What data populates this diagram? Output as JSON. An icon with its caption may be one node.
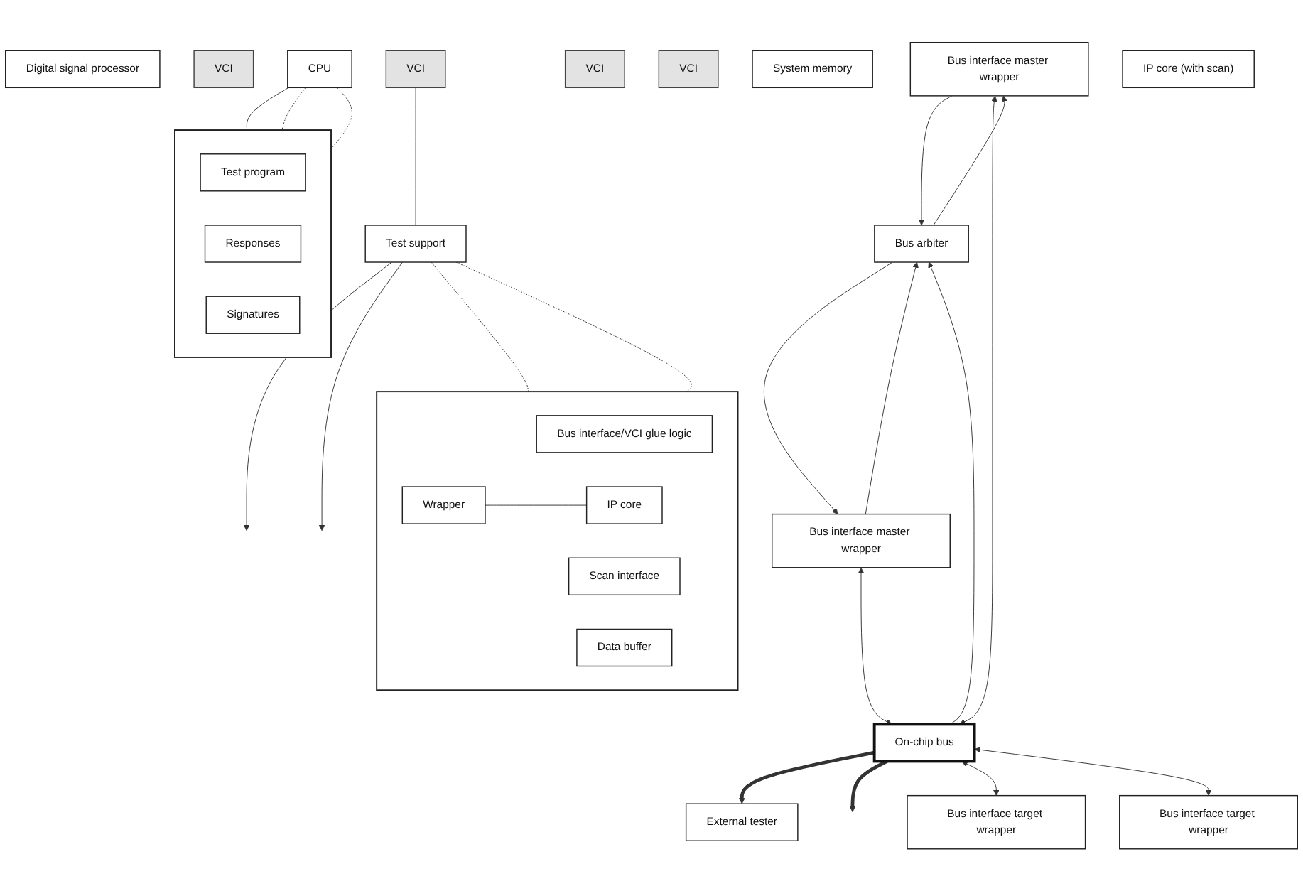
{
  "diagram": {
    "nodes": [
      {
        "text": [
          "Digital signal processor"
        ]
      },
      {
        "text": [
          "VCI"
        ]
      },
      {
        "text": [
          "Bus interface master wrapper"
        ]
      },
      {
        "text": [
          "Bus arbiter"
        ]
      },
      {
        "text": [
          "CPU"
        ]
      },
      {
        "text": [
          "VCI"
        ]
      },
      {
        "text": [
          "Bus interface master wrapper"
        ]
      },
      {
        "text": [],
        "shape": "box"
      },
      {
        "text": [
          "Test program"
        ],
        "in": 7
      },
      {
        "text": [
          "Responses"
        ],
        "in": 7
      },
      {
        "text": [
          "Signatures"
        ],
        "in": 7
      },
      {
        "text": [
          "External tester"
        ]
      },
      {
        "text": [
          "On-chip bus"
        ]
      },
      {
        "text": [
          "Bus interface target wrapper"
        ]
      },
      {
        "text": [
          "VCI"
        ]
      },
      {
        "text": [
          "System memory"
        ]
      },
      {
        "text": [
          "Bus interface target wrapper"
        ]
      },
      {
        "text": [
          "VCI"
        ]
      },
      {
        "text": [
          "IP core (with scan)"
        ]
      },
      {
        "text": [
          "Test support"
        ]
      },
      {
        "text": [],
        "shape": "box"
      },
      {
        "text": [
          "Bus interface/VCI glue logic"
        ],
        "in": 20
      },
      {
        "text": [
          "Scan interface"
        ],
        "in": 20
      },
      {
        "text": [
          "Data buffer"
        ],
        "in": 20
      },
      {
        "text": [
          "Wrapper"
        ],
        "in": 20
      },
      {
        "text": [
          "IP core"
        ],
        "in": 20
      }
    ],
    "edges": [
      {
        "from": 2,
        "to": 3,
        "arrow": "to"
      },
      {
        "from": 3,
        "to": 2,
        "arrow": "to"
      },
      {
        "from": 3,
        "to": 6,
        "arrow": "to"
      },
      {
        "from": 6,
        "to": 3,
        "arrow": "to"
      },
      {
        "from": 4,
        "to": 7,
        "arrow": "none"
      },
      {
        "from": 4,
        "to": 7,
        "arrow": "none",
        "style": "dashed"
      },
      {
        "from": 4,
        "to": 7,
        "arrow": "none",
        "style": "dashed"
      },
      {
        "from": 2,
        "to": 12,
        "arrow": "both"
      },
      {
        "from": 12,
        "to": 3,
        "arrow": "to"
      },
      {
        "from": 6,
        "to": 12,
        "arrow": "both"
      },
      {
        "from": 12,
        "to": 11,
        "arrow": "to",
        "style": "thick"
      },
      {
        "from": 12,
        "to": null,
        "arrow": "to",
        "style": "thick"
      },
      {
        "from": 12,
        "to": 13,
        "arrow": "both"
      },
      {
        "from": 12,
        "to": 16,
        "arrow": "both"
      },
      {
        "from": 17,
        "to": 19,
        "arrow": "none"
      },
      {
        "from": 19,
        "to": null,
        "arrow": "to"
      },
      {
        "from": 19,
        "to": null,
        "arrow": "to"
      },
      {
        "from": 19,
        "to": 20,
        "arrow": "none",
        "style": "dashed"
      },
      {
        "from": 19,
        "to": 20,
        "arrow": "none",
        "style": "dashed"
      },
      {
        "from": 24,
        "to": 25,
        "arrow": "none"
      }
    ]
  }
}
